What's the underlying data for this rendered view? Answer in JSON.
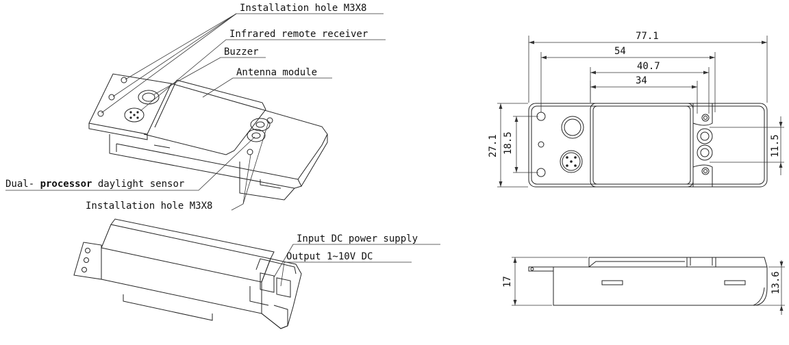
{
  "callouts": {
    "install_hole_top": "Installation hole M3X8",
    "ir_receiver": "Infrared remote receiver",
    "buzzer": "Buzzer",
    "antenna": "Antenna module",
    "daylight_prefix": "Dual- ",
    "daylight_bold": "processor",
    "daylight_suffix": " daylight sensor",
    "install_hole_bottom": "Installation hole M3X8",
    "input_dc": "Input DC power supply",
    "output_dc": "Output 1~10V DC"
  },
  "dimensions": {
    "overall_width": "77.1",
    "hole_spacing": "54",
    "inner_width": "40.7",
    "inner_spacing": "34",
    "overall_height": "27.1",
    "hole_pitch": "18.5",
    "sensor_pitch": "11.5",
    "total_height": "17",
    "body_height": "13.6"
  }
}
